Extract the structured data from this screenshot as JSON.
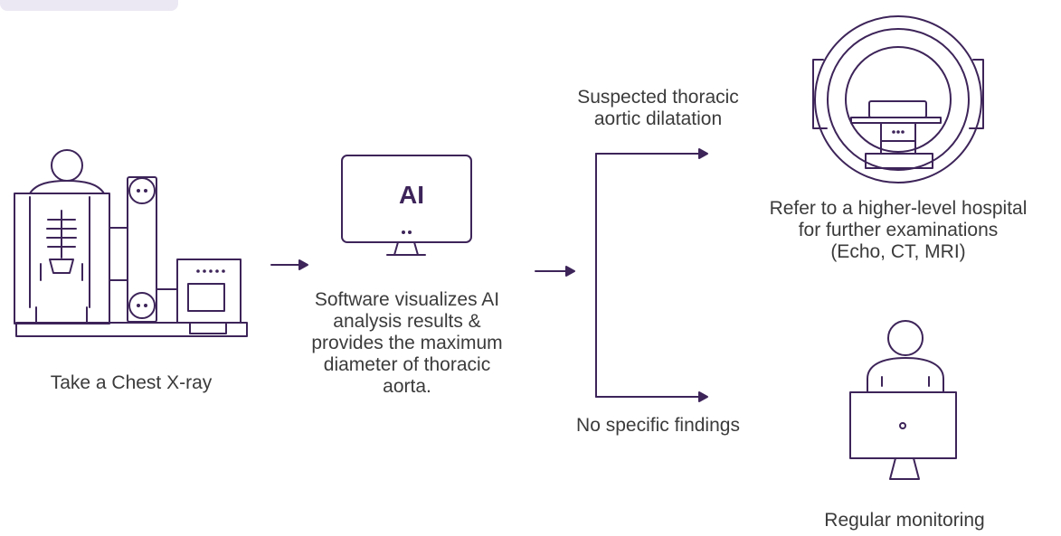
{
  "colors": {
    "stroke": "#3d2459",
    "tab_background": "#ece8f3",
    "text": "#3b3b3b"
  },
  "nodes": {
    "xray": {
      "label": "Take a Chest X-ray"
    },
    "software": {
      "icon_text": "AI",
      "label": "Software visualizes AI\nanalysis results &\nprovides the maximum\ndiameter of thoracic\naorta."
    },
    "referral": {
      "label": "Refer to a higher-level hospital\nfor further examinations\n(Echo, CT, MRI)"
    },
    "monitoring": {
      "label": "Regular monitoring"
    }
  },
  "branches": {
    "positive": {
      "label": "Suspected thoracic\naortic dilatation"
    },
    "negative": {
      "label": "No specific findings"
    }
  },
  "icons": {
    "xray_machine": "xray-machine-icon",
    "ai_monitor": "ai-monitor-icon",
    "ct_scanner": "ct-scanner-icon",
    "doctor_monitor": "doctor-monitor-icon"
  }
}
